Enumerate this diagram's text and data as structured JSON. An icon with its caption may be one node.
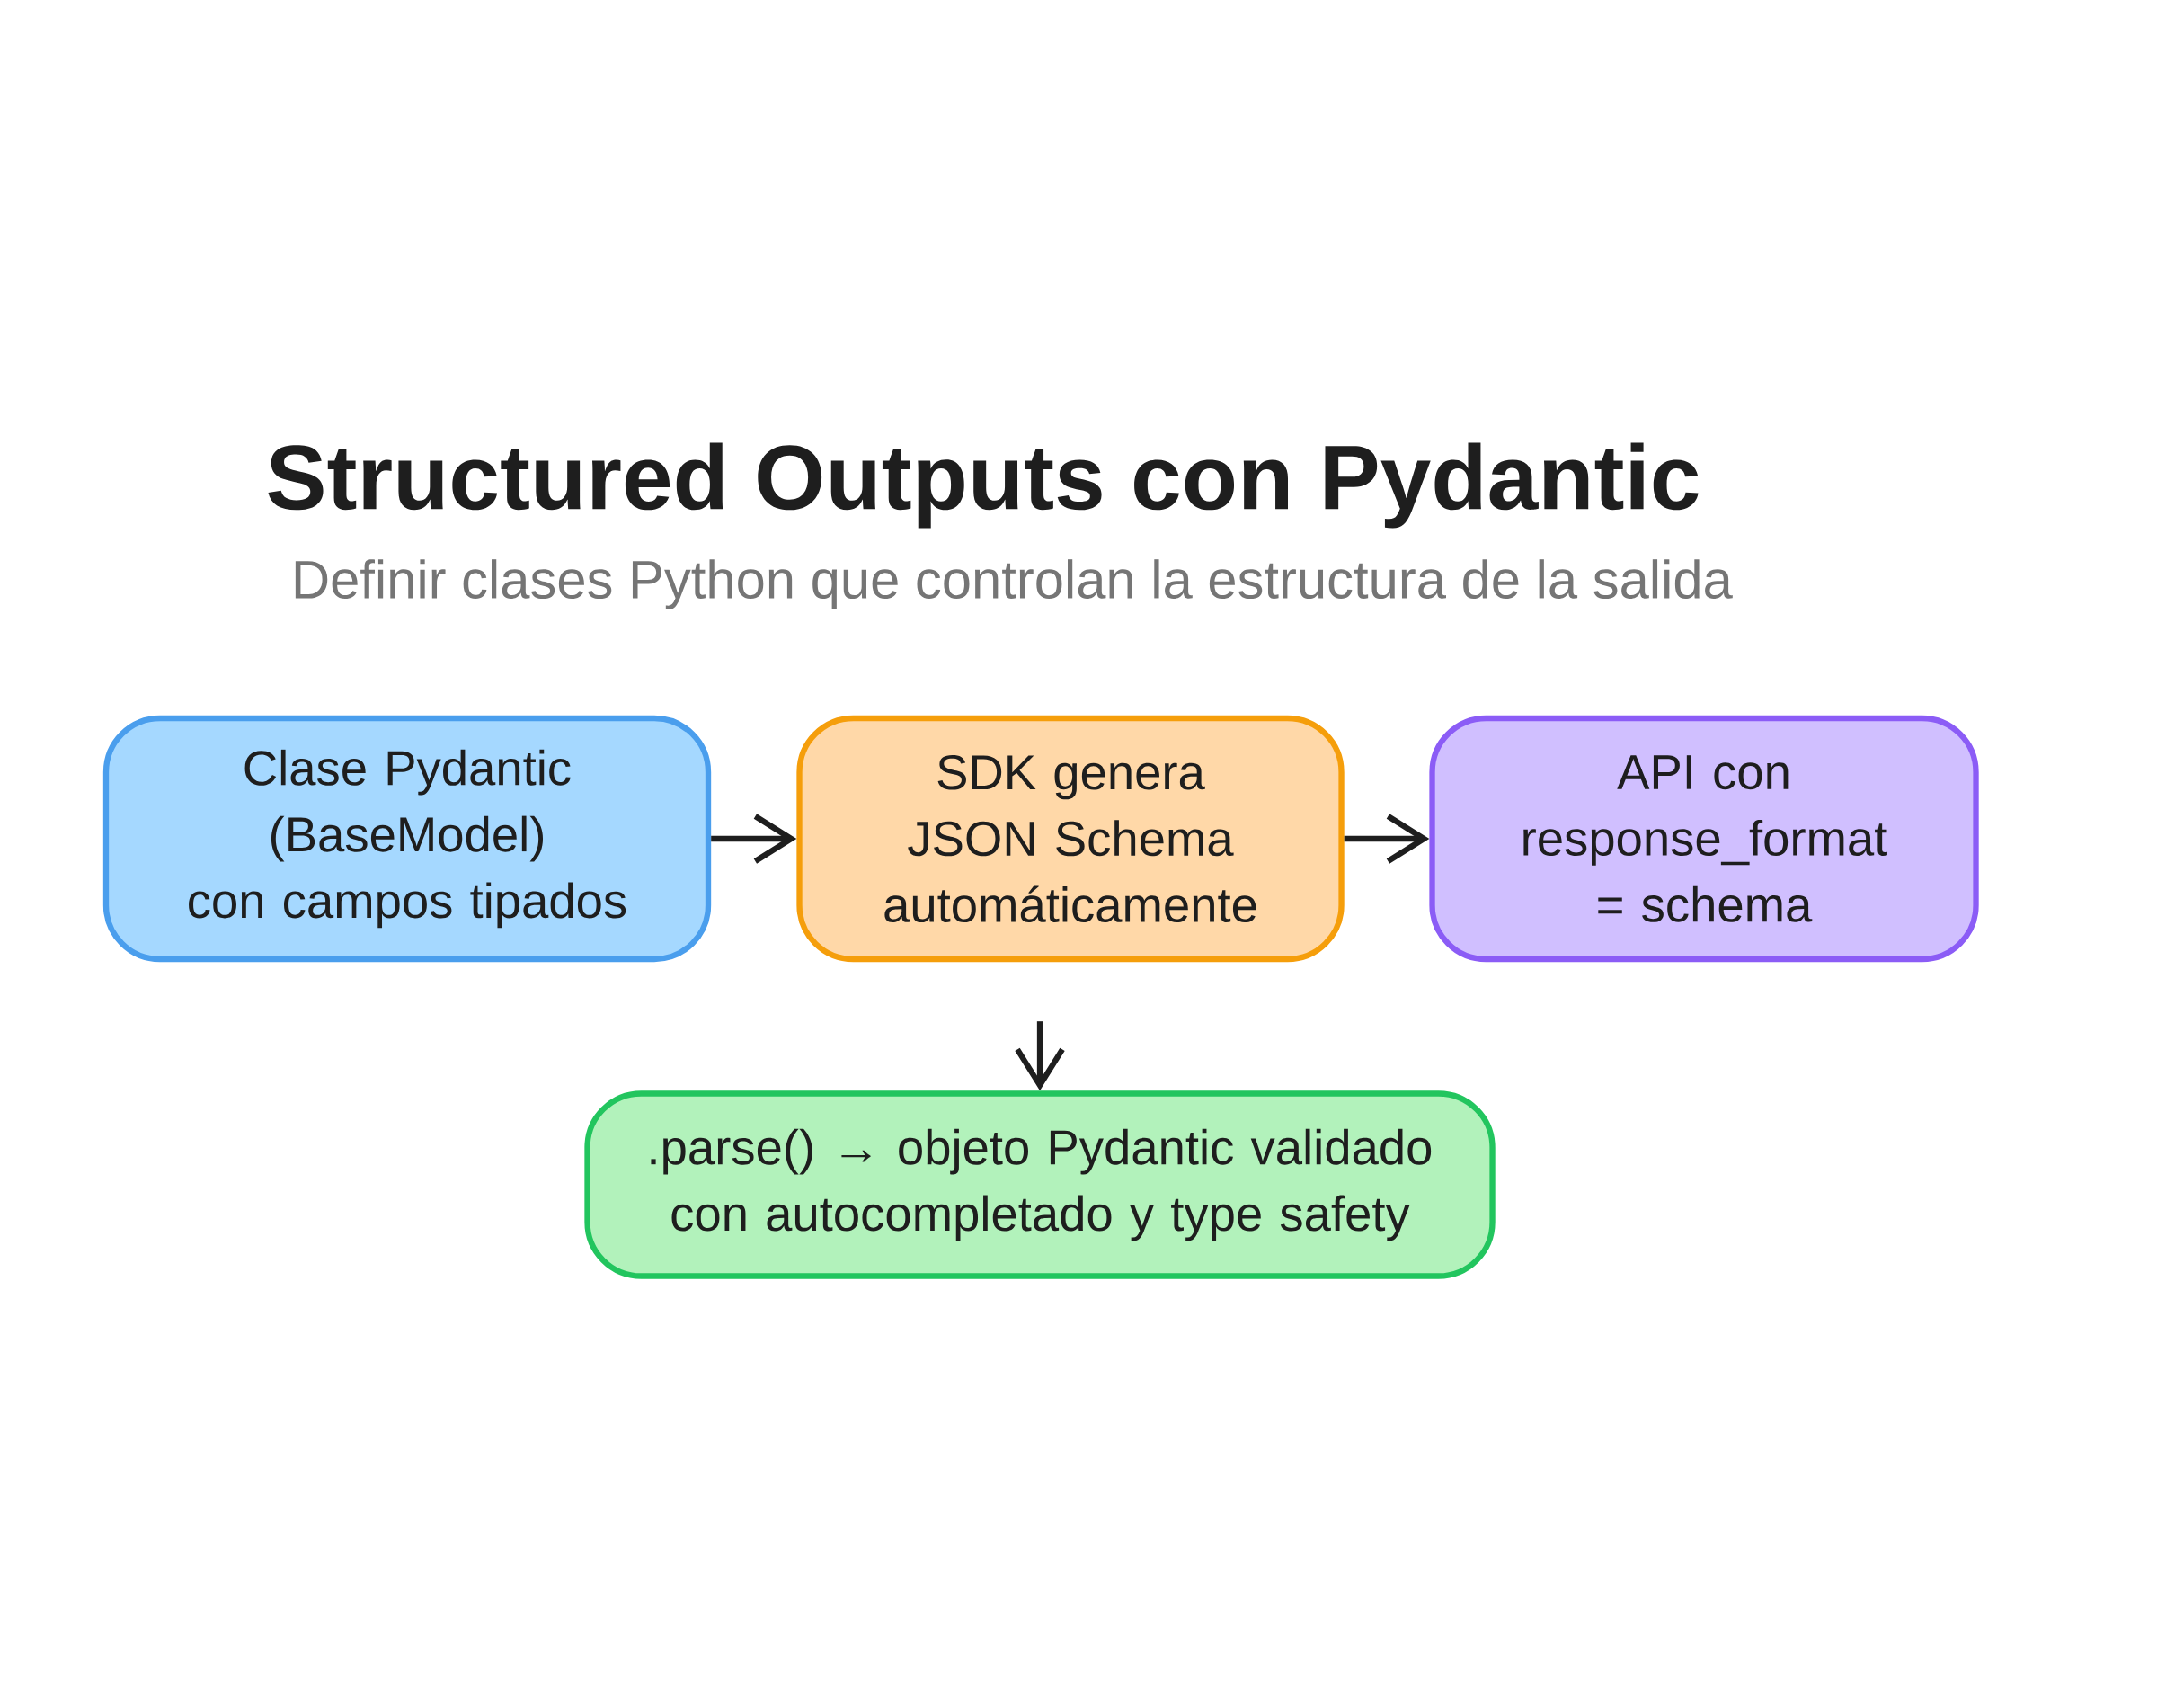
{
  "diagram": {
    "title": "Structured Outputs con Pydantic",
    "nodes": [
      {
        "text": [
          "Clase Pydantic (BaseModel) con campos tipados"
        ]
      },
      {
        "text": [
          "SDK genera JSON Schema automáticamente"
        ]
      },
      {
        "text": [
          "API con response_format = schema"
        ]
      },
      {
        "text": [
          ".parse() → objeto Pydantic validado con autocompletado y type safety"
        ]
      }
    ],
    "edges": [
      {
        "from": 0,
        "to": 1,
        "arrow": "to"
      },
      {
        "from": 1,
        "to": 2,
        "arrow": "to"
      },
      {
        "from": 1,
        "to": 3,
        "arrow": "to"
      }
    ],
    "labels": [
      "Definir clases Python que controlan la estructura de la salida"
    ]
  }
}
